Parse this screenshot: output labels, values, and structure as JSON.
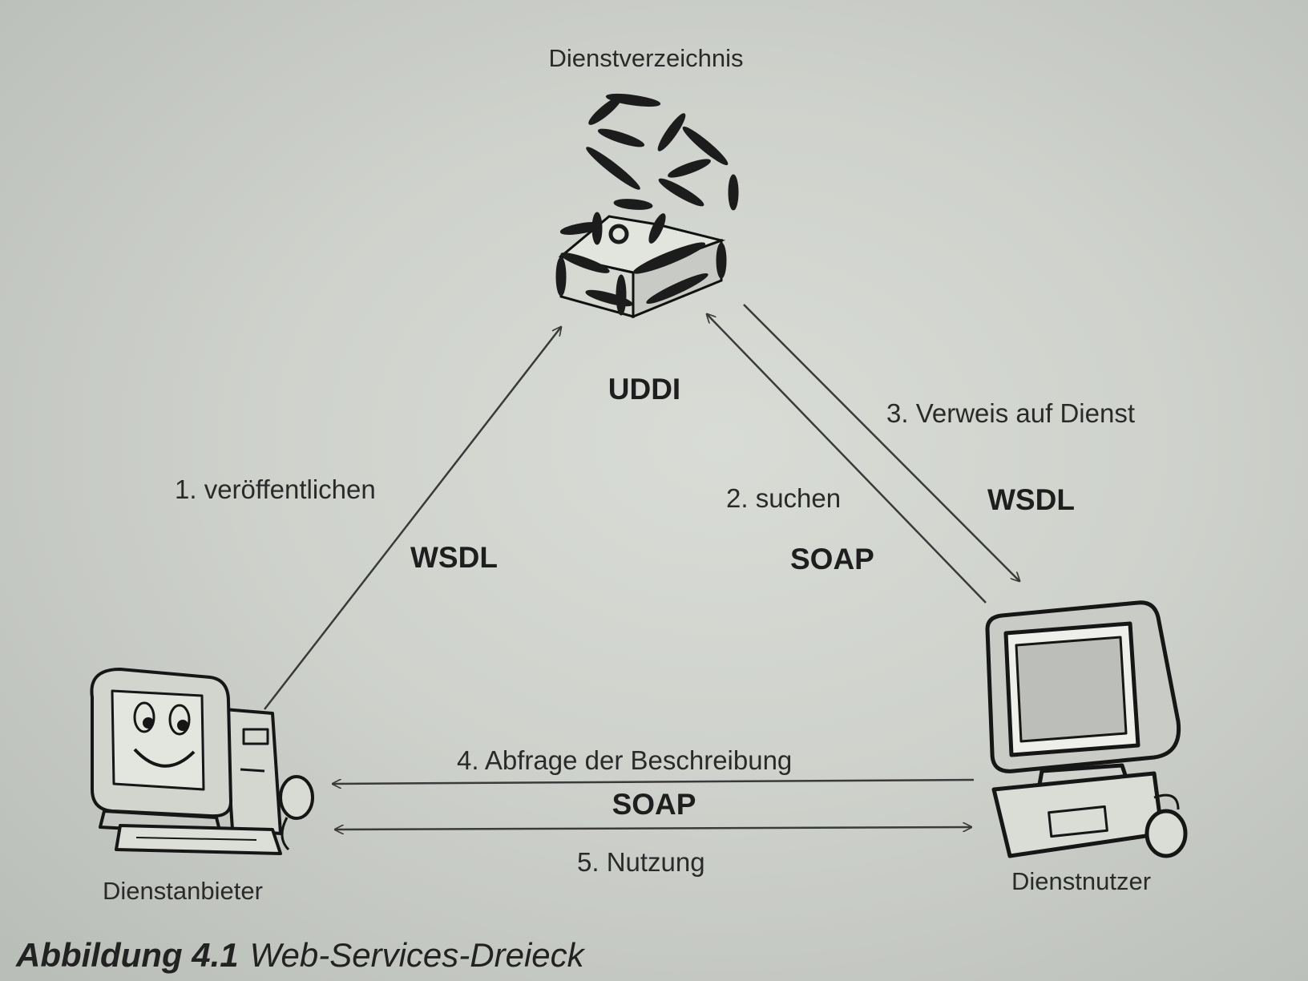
{
  "nodes": {
    "registry": "Dienstverzeichnis",
    "provider": "Dienstanbieter",
    "consumer": "Dienstnutzer"
  },
  "edges": {
    "publish": {
      "label": "1. veröffentlichen",
      "protocol": "WSDL"
    },
    "registry_protocol": "UDDI",
    "search": {
      "label": "2. suchen",
      "protocol": "SOAP"
    },
    "reference": {
      "label": "3. Verweis auf Dienst",
      "protocol": "WSDL"
    },
    "query": {
      "label": "4. Abfrage der Beschreibung"
    },
    "bottom_protocol": "SOAP",
    "usage": {
      "label": "5. Nutzung"
    }
  },
  "caption": {
    "number": "Abbildung 4.1",
    "title": "Web-Services-Dreieck"
  },
  "icons": [
    "registry-box-icon",
    "provider-computer-icon",
    "consumer-computer-icon"
  ],
  "colors": {
    "paper": "#cfd2cc",
    "ink": "#2a2a2a"
  }
}
